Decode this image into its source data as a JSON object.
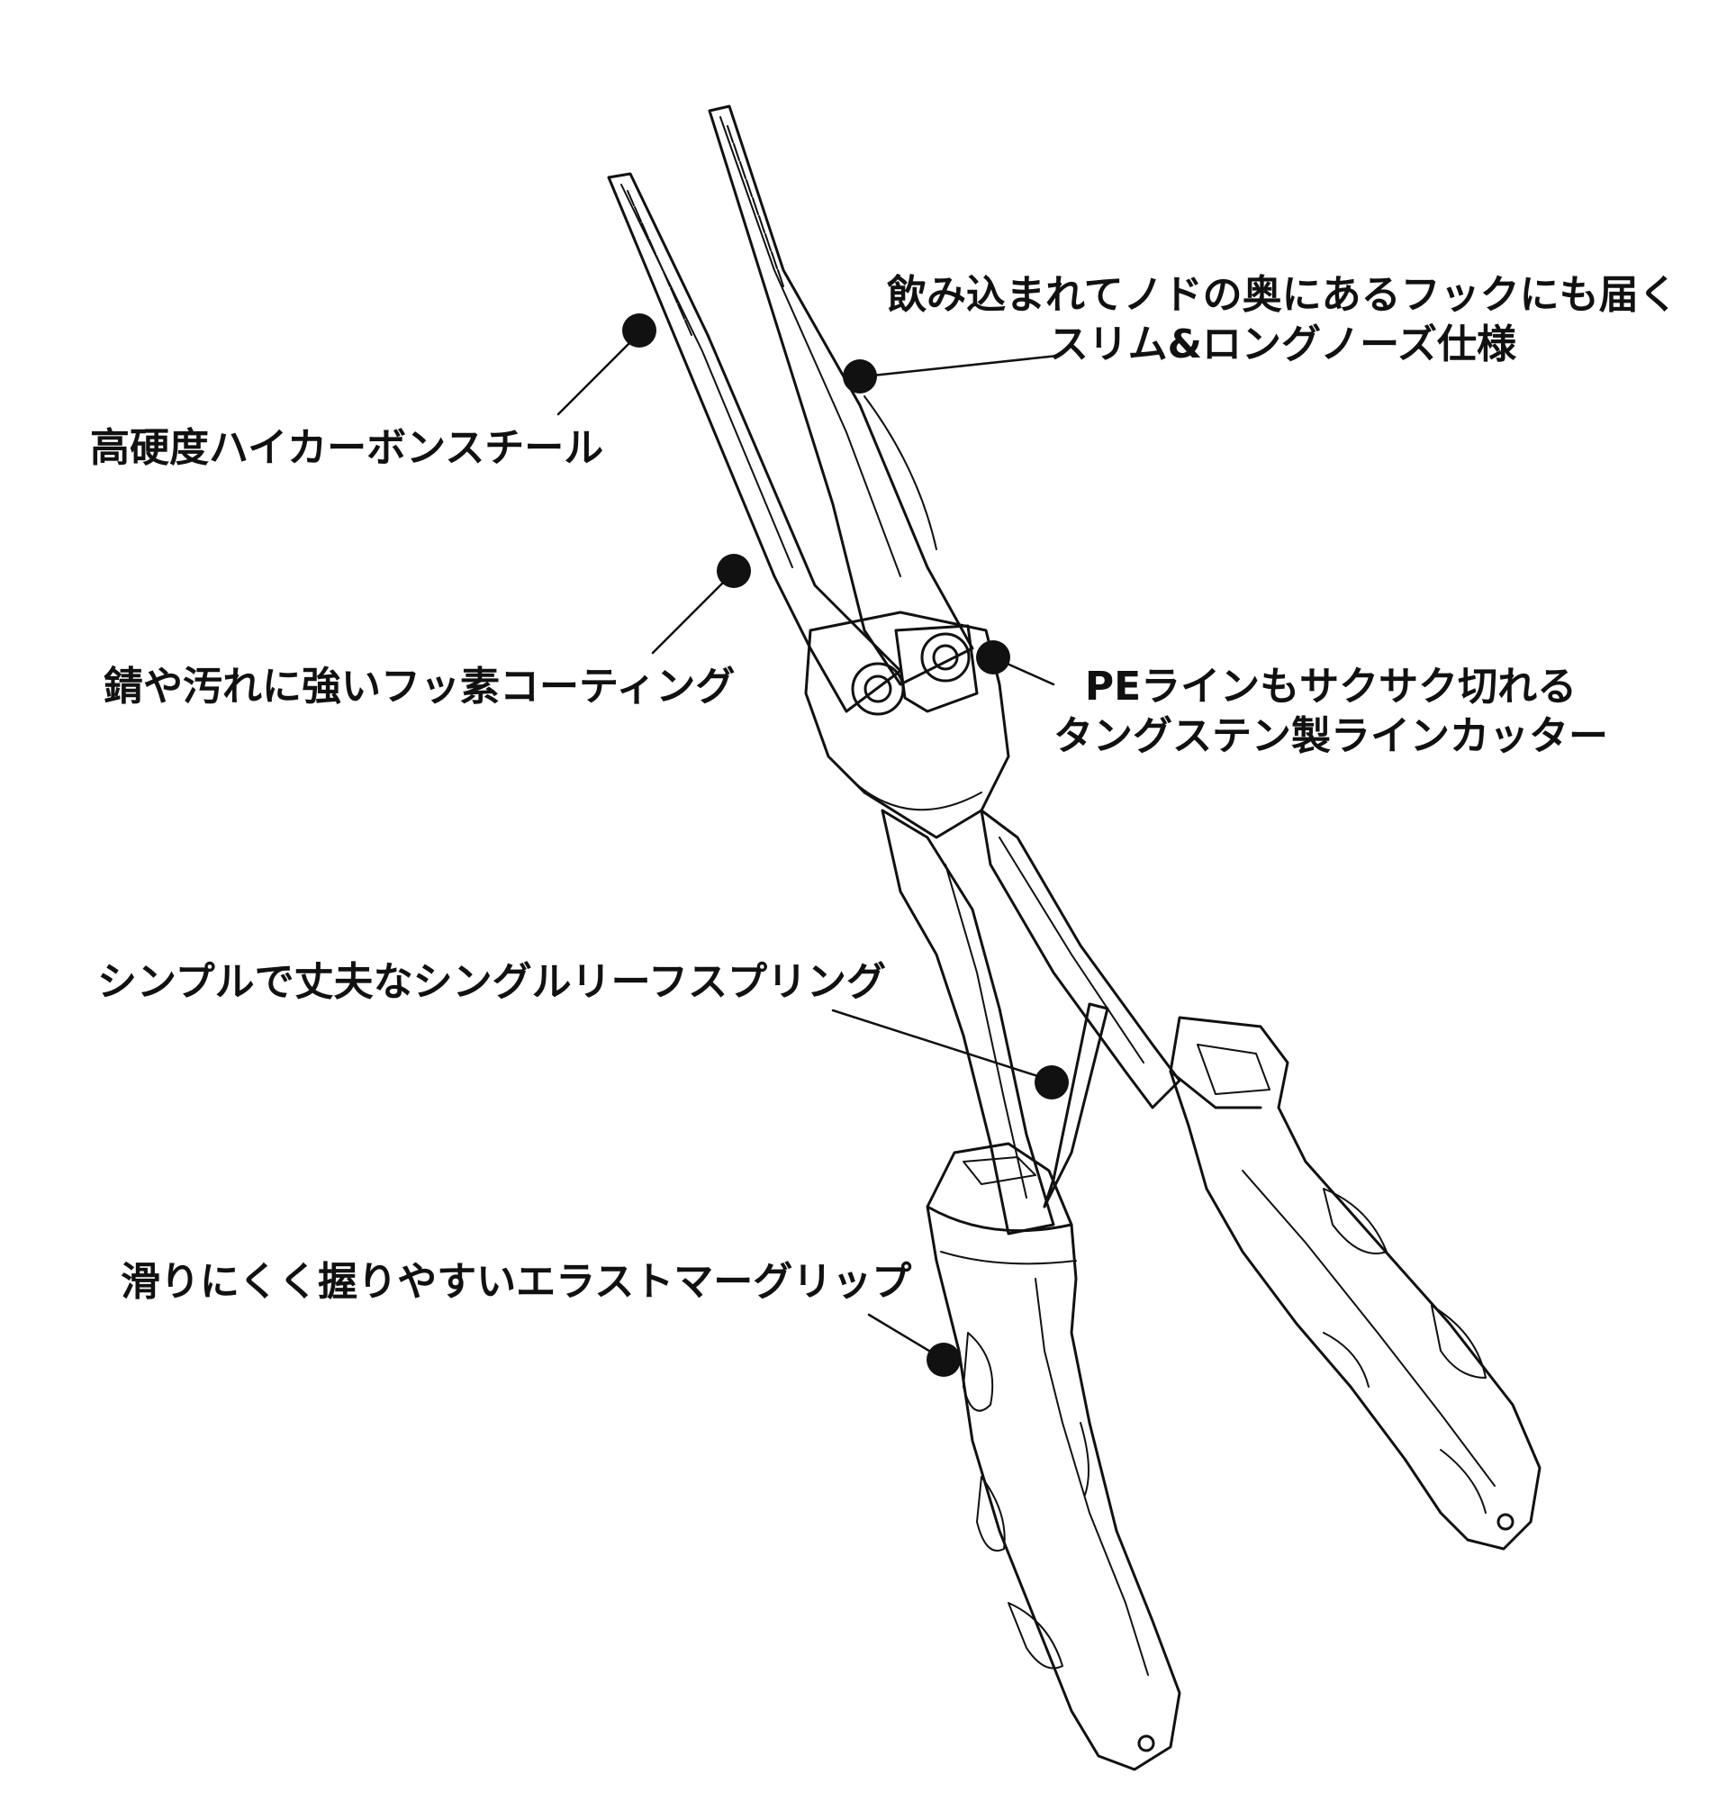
{
  "colors": {
    "ink": "#111111",
    "background": "#ffffff"
  },
  "illustration": {
    "subject": "long-nose-fishing-pliers-line-drawing"
  },
  "callouts": [
    {
      "id": "slim",
      "lines": [
        "飲み込まれてノドの奥にあるフックにも届く",
        "スリム&ロングノーズ仕様"
      ]
    },
    {
      "id": "steel",
      "lines": [
        "高硬度ハイカーボンスチール"
      ]
    },
    {
      "id": "coat",
      "lines": [
        "錆や汚れに強いフッ素コーティング"
      ]
    },
    {
      "id": "cutter",
      "lines": [
        "PEラインもサクサク切れる",
        "タングステン製ラインカッター"
      ]
    },
    {
      "id": "spring",
      "lines": [
        "シンプルで丈夫なシングルリーフスプリング"
      ]
    },
    {
      "id": "grip",
      "lines": [
        "滑りにくく握りやすいエラストマーグリップ"
      ]
    }
  ]
}
